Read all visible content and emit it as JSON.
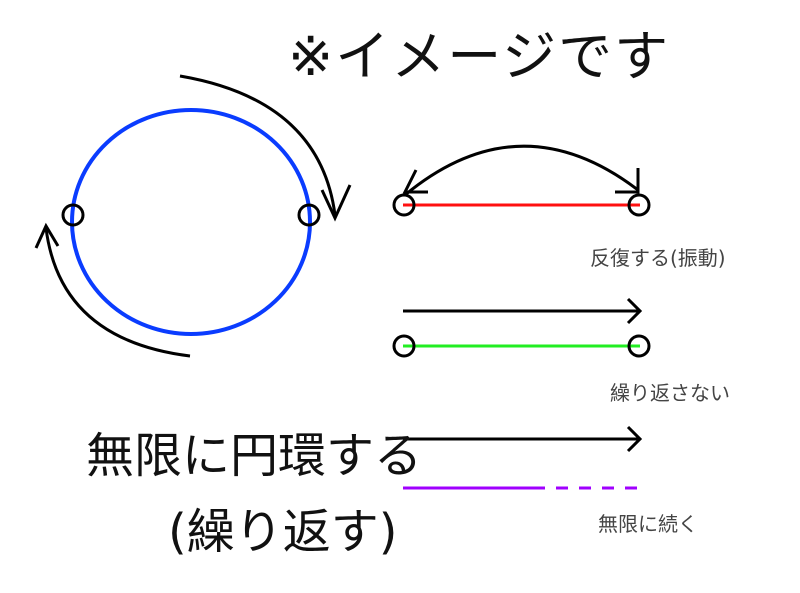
{
  "title": "※イメージです",
  "left_label": {
    "line1": "無限に円環する",
    "line2": "(繰り返す)"
  },
  "labels": {
    "oscillate": "反復する(振動)",
    "no_repeat": "繰り返さない",
    "infinite": "無限に続く"
  },
  "colors": {
    "circle": "#0a3cff",
    "oscillate": "#ff1010",
    "no_repeat": "#22ee22",
    "infinite": "#a000ff"
  }
}
